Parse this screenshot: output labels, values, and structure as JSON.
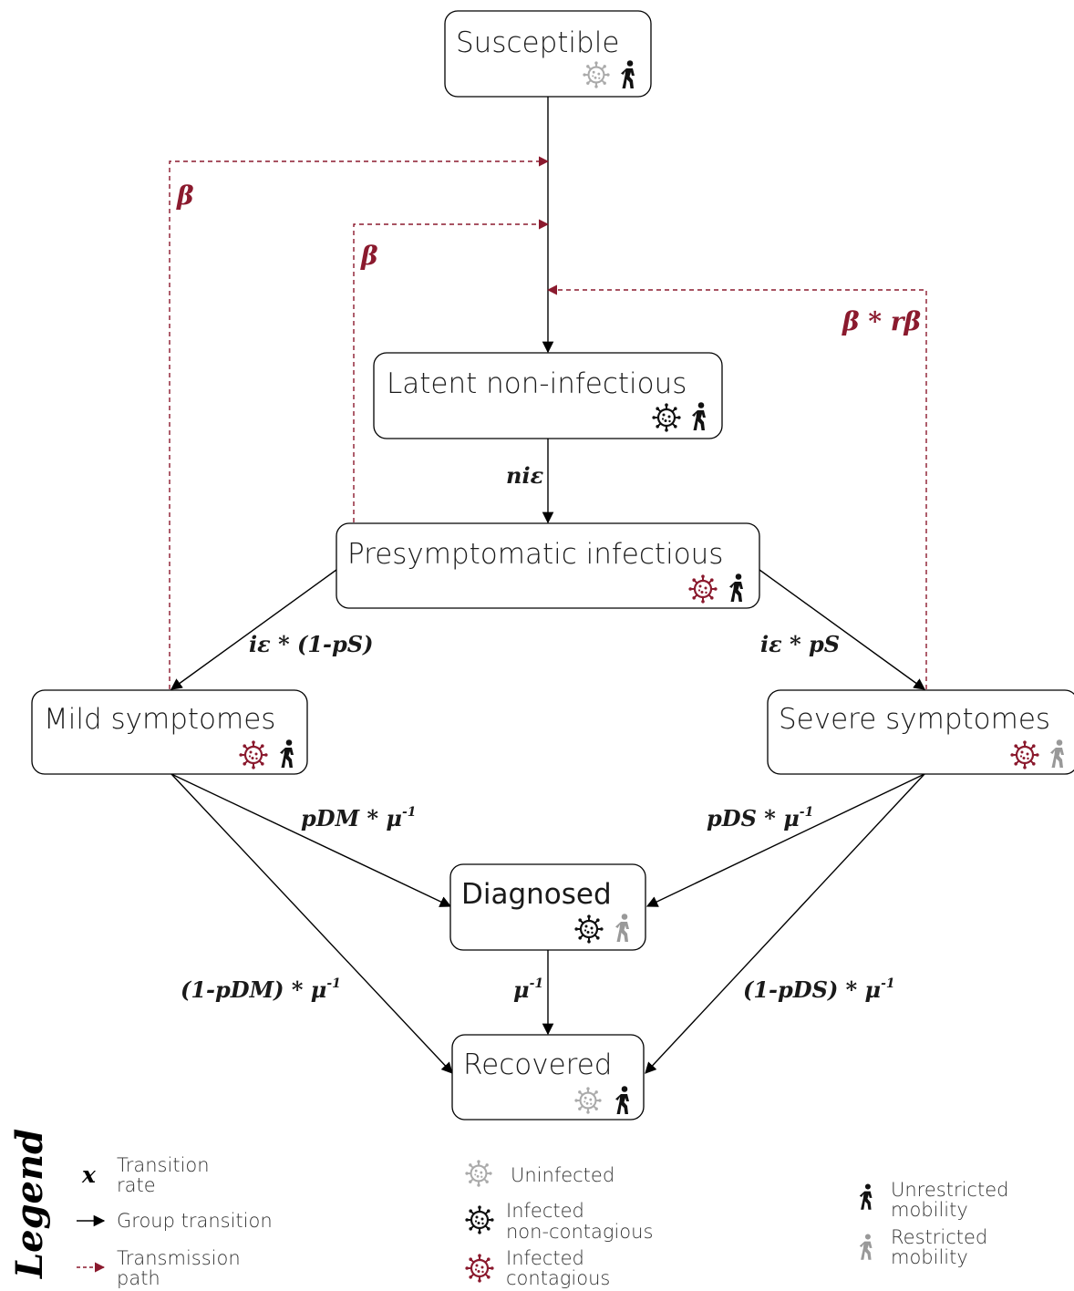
{
  "nodes": {
    "susceptible": "Susceptible",
    "latent": "Latent non-infectious",
    "presymptomatic": "Presymptomatic infectious",
    "mild": "Mild symptomes",
    "severe": "Severe symptomes",
    "diagnosed": "Diagnosed",
    "recovered": "Recovered"
  },
  "rates": {
    "beta_outer": "β",
    "beta_inner": "β",
    "beta_severe": "β * rβ",
    "ni_eps": "niε",
    "eps_mild": "iε * (1-pS)",
    "eps_severe": "iε * pS",
    "pdm": "pDM * μ",
    "pds": "pDS * μ",
    "one_minus_pdm": "(1-pDM) * μ",
    "one_minus_pds": "(1-pDS) * μ",
    "mu": "μ",
    "exponent": "-1"
  },
  "legend": {
    "title": "Legend",
    "rate_symbol": "x",
    "rate_line1": "Transition",
    "rate_line2": "rate",
    "group_transition": "Group transition",
    "transmission_line1": "Transmission",
    "transmission_line2": "path",
    "uninfected": "Uninfected",
    "infected_nc_line1": "Infected",
    "infected_nc_line2": "non-contagious",
    "infected_c_line1": "Infected",
    "infected_c_line2": "contagious",
    "unrestricted_line1": "Unrestricted",
    "unrestricted_line2": "mobility",
    "restricted_line1": "Restricted",
    "restricted_line2": "mobility"
  },
  "colors": {
    "transmission": "#8b1a2e",
    "uninfected_icon": "#aaaaaa",
    "noncontagious_icon": "#111111",
    "contagious_icon": "#8b1a2e",
    "unrestricted_icon": "#111111",
    "restricted_icon": "#999999"
  },
  "icons": {
    "virus": "virus-icon",
    "mobility": "walking-person-icon"
  }
}
